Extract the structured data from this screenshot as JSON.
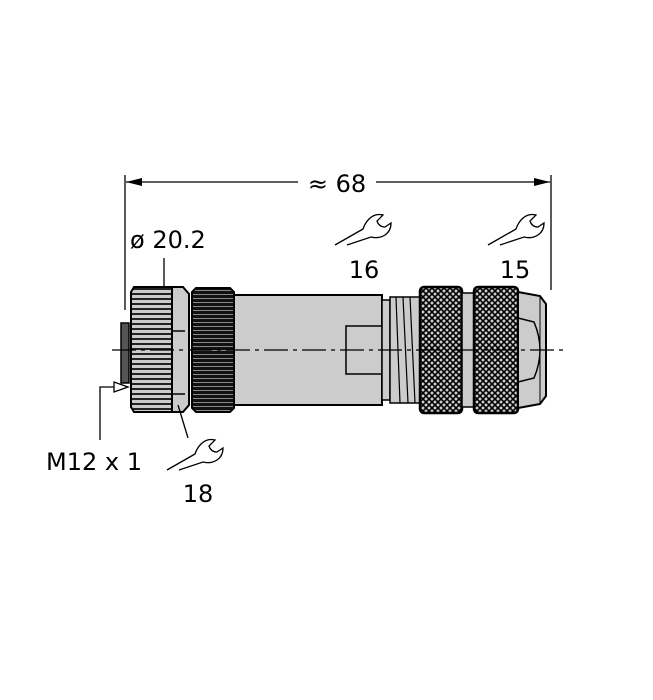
{
  "drawing": {
    "type": "connector-dimension-drawing",
    "overall_length": {
      "label": "≈ 68",
      "value": 68,
      "approx": true
    },
    "diameter": {
      "label": "ø 20.2",
      "value": 20.2
    },
    "thread": {
      "label": "M12 x 1"
    },
    "wrench_sizes": [
      {
        "label": "18",
        "value": 18,
        "position": "coupling-nut"
      },
      {
        "label": "16",
        "value": 16,
        "position": "body"
      },
      {
        "label": "15",
        "value": 15,
        "position": "cable-gland"
      }
    ],
    "colors": {
      "line": "#000000",
      "body_fill": "#cccccc",
      "dark_knurl": "#1a1a1a",
      "background": "#ffffff"
    }
  }
}
